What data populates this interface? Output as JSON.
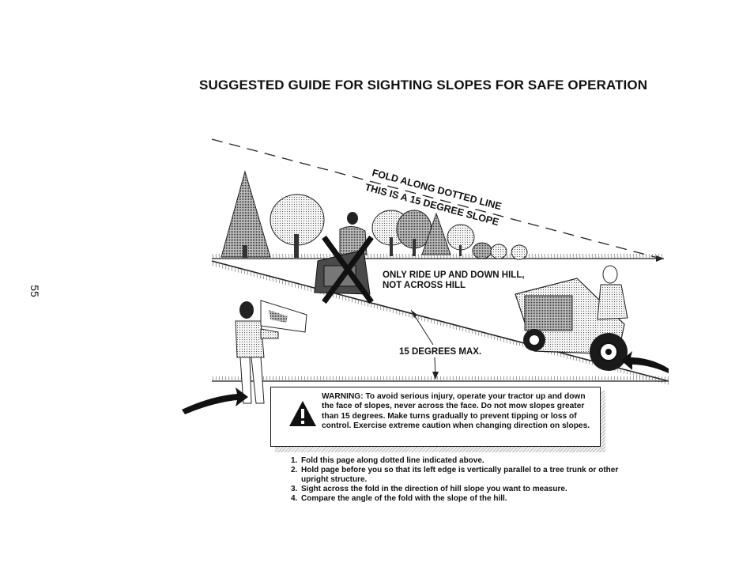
{
  "page": {
    "title": "SUGGESTED GUIDE FOR SIGHTING SLOPES FOR SAFE OPERATION",
    "page_number": "55"
  },
  "illustration": {
    "fold_line_label": "FOLD ALONG DOTTED LINE",
    "slope_label": "THIS IS A 15 DEGREE SLOPE",
    "ride_instruction_line1": "ONLY RIDE UP AND DOWN HILL,",
    "ride_instruction_line2": "NOT ACROSS HILL",
    "max_angle_label": "15 DEGREES MAX."
  },
  "warning": {
    "text": "WARNING: To avoid serious injury, operate your tractor up and down the face of slopes, never across the face. Do not mow slopes greater than 15 degrees. Make turns gradually to prevent tipping or loss of control. Exercise extreme caution when changing direction on slopes.",
    "icon": "warning-triangle-icon"
  },
  "instructions": [
    {
      "number": "1.",
      "text": "Fold this page along dotted line indicated above."
    },
    {
      "number": "2.",
      "text": "Hold page before you so that its left edge is vertically parallel to a tree trunk or other upright structure."
    },
    {
      "number": "3.",
      "text": "Sight across the fold in the direction of hill slope you want to measure."
    },
    {
      "number": "4.",
      "text": "Compare the angle of the fold with the slope of the hill."
    }
  ]
}
